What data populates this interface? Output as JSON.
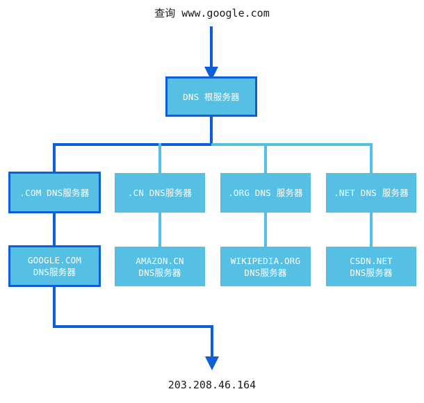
{
  "diagram": {
    "title_text": "查询 www.google.com",
    "result_text": "203.208.46.164",
    "colors": {
      "node_fill": "#55c0e4",
      "highlight_stroke": "#0b5fd8",
      "normal_stroke": "#4fc0e8",
      "node_text": "#ffffff",
      "caption_text": "#1a1a1a",
      "background": "#ffffff"
    },
    "root": {
      "label": "DNS 根服务器",
      "highlighted": true
    },
    "tld_row": [
      {
        "label": ".COM DNS服务器",
        "highlighted": true
      },
      {
        "label": ".CN DNS服务器",
        "highlighted": false
      },
      {
        "label": ".ORG DNS 服务器",
        "highlighted": false
      },
      {
        "label": ".NET DNS 服务器",
        "highlighted": false
      }
    ],
    "authoritative_row": [
      {
        "line1": "GOOGLE.COM",
        "line2": "DNS服务器",
        "highlighted": true
      },
      {
        "line1": "AMAZON.CN",
        "line2": "DNS服务器",
        "highlighted": false
      },
      {
        "line1": "WIKIPEDIA.ORG",
        "line2": "DNS服务器",
        "highlighted": false
      },
      {
        "line1": "CSDN.NET",
        "line2": "DNS服务器",
        "highlighted": false
      }
    ]
  }
}
